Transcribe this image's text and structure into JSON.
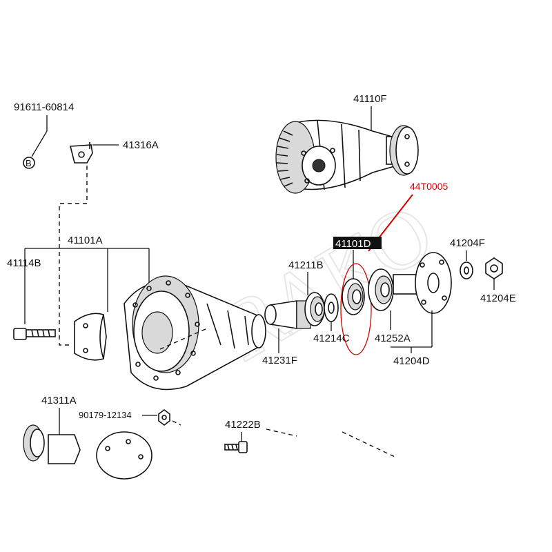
{
  "labels": {
    "p91611": "91611-60814",
    "circle_b": "B",
    "p41316a": "41316A",
    "p41110f": "41110F",
    "p44t0005": "44T0005",
    "p41101a": "41101A",
    "p41114b": "41114B",
    "p41101d": "41101D",
    "p41211b": "41211B",
    "p41204f": "41204F",
    "p41204e": "41204E",
    "p41214c": "41214C",
    "p41252a": "41252A",
    "p41204d": "41204D",
    "p41231f": "41231F",
    "p41311a": "41311A",
    "p90179": "90179-12134",
    "p41222b": "41222B"
  },
  "colors": {
    "ink": "#111111",
    "highlight": "#d40000",
    "label_box": "#111111"
  }
}
